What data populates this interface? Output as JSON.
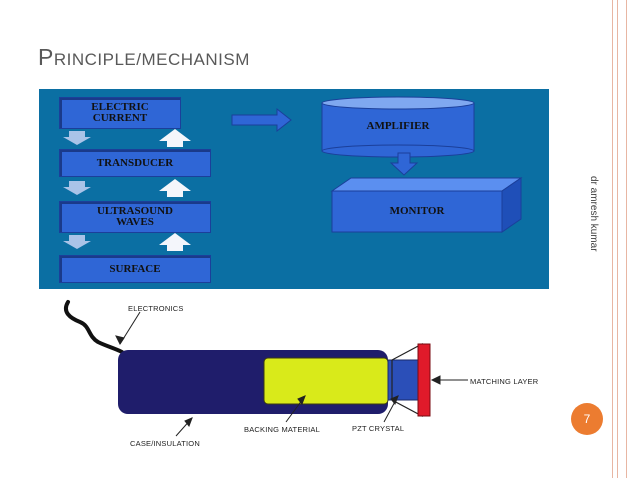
{
  "slide": {
    "title_first": "P",
    "title_rest": "RINCIPLE/MECHANISM",
    "credit": "dr amresh kumar",
    "page_number": "7"
  },
  "flowchart": {
    "boxes": {
      "electric_current": "ELECTRIC\nCURRENT",
      "transducer": "TRANSDUCER",
      "ultrasound_waves": "ULTRASOUND\nWAVES",
      "surface": "SURFACE",
      "amplifier": "AMPLIFIER",
      "monitor": "MONITOR"
    }
  },
  "diagram": {
    "labels": {
      "electronics": "ELECTRONICS",
      "matching_layer": "MATCHING LAYER",
      "case_insulation": "CASE/INSULATION",
      "backing_material": "BACKING MATERIAL",
      "pzt_crystal": "PZT CRYSTAL"
    }
  },
  "colors": {
    "accent": "#ec7c30",
    "panel": "#0b6fa3",
    "box": "#2f66d6",
    "case": "#1f1d6b",
    "backing": "#d9ea1a",
    "crystal": "#2b4fb8",
    "matching": "#e01a2a"
  }
}
